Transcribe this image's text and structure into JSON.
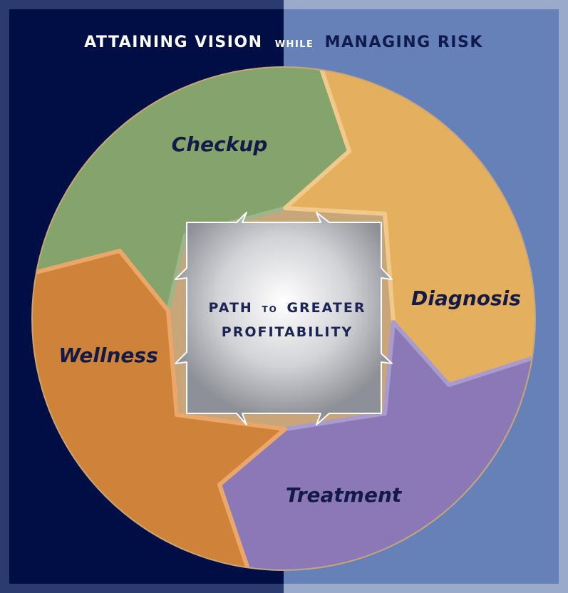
{
  "title": {
    "left": "ATTAINING VISION",
    "connector": "WHILE",
    "right": "MANAGING RISK"
  },
  "segments": [
    {
      "name": "checkup",
      "label": "Checkup",
      "color": "#85a46b",
      "edge": "#9db58a"
    },
    {
      "name": "diagnosis",
      "label": "Diagnosis",
      "color": "#e5b05e",
      "edge": "#f0c98c"
    },
    {
      "name": "treatment",
      "label": "Treatment",
      "color": "#8b78b6",
      "edge": "#a99bcc"
    },
    {
      "name": "wellness",
      "label": "Wellness",
      "color": "#cf8338",
      "edge": "#eba76a"
    }
  ],
  "center": {
    "line1_a": "PATH",
    "line1_b": "TO",
    "line1_c": "GREATER",
    "line2": "PROFITABILITY"
  },
  "colors": {
    "left_panel": "#000e46",
    "right_panel": "#6680b8",
    "frame_left": "#2b3b6f",
    "frame_right": "#9aaacb",
    "title_left": "#ffffff",
    "title_right": "#0f1a4d"
  }
}
